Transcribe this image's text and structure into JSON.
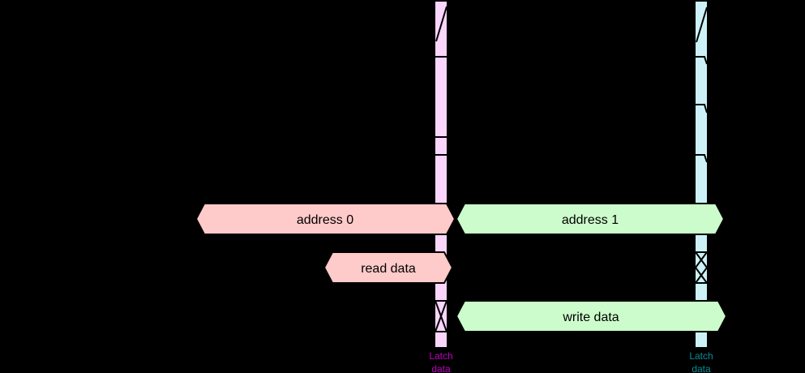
{
  "colors": {
    "background": "#000000",
    "left_band": "#fbd5fb",
    "right_band": "#ccf2f7",
    "pink_bus_fill": "#ffcaca",
    "green_bus_fill": "#ccfccb",
    "bus_outline": "#000000",
    "bus_text": "#000000",
    "left_latch_text": "#c000c0",
    "right_latch_text": "#0a8c96"
  },
  "buses": {
    "address0": {
      "label": "address 0"
    },
    "address1": {
      "label": "address 1"
    },
    "read_data": {
      "label": "read data"
    },
    "write_data": {
      "label": "write data"
    }
  },
  "markers": {
    "left": {
      "line1": "Latch",
      "line2": "data"
    },
    "right": {
      "line1": "Latch",
      "line2": "data"
    }
  }
}
